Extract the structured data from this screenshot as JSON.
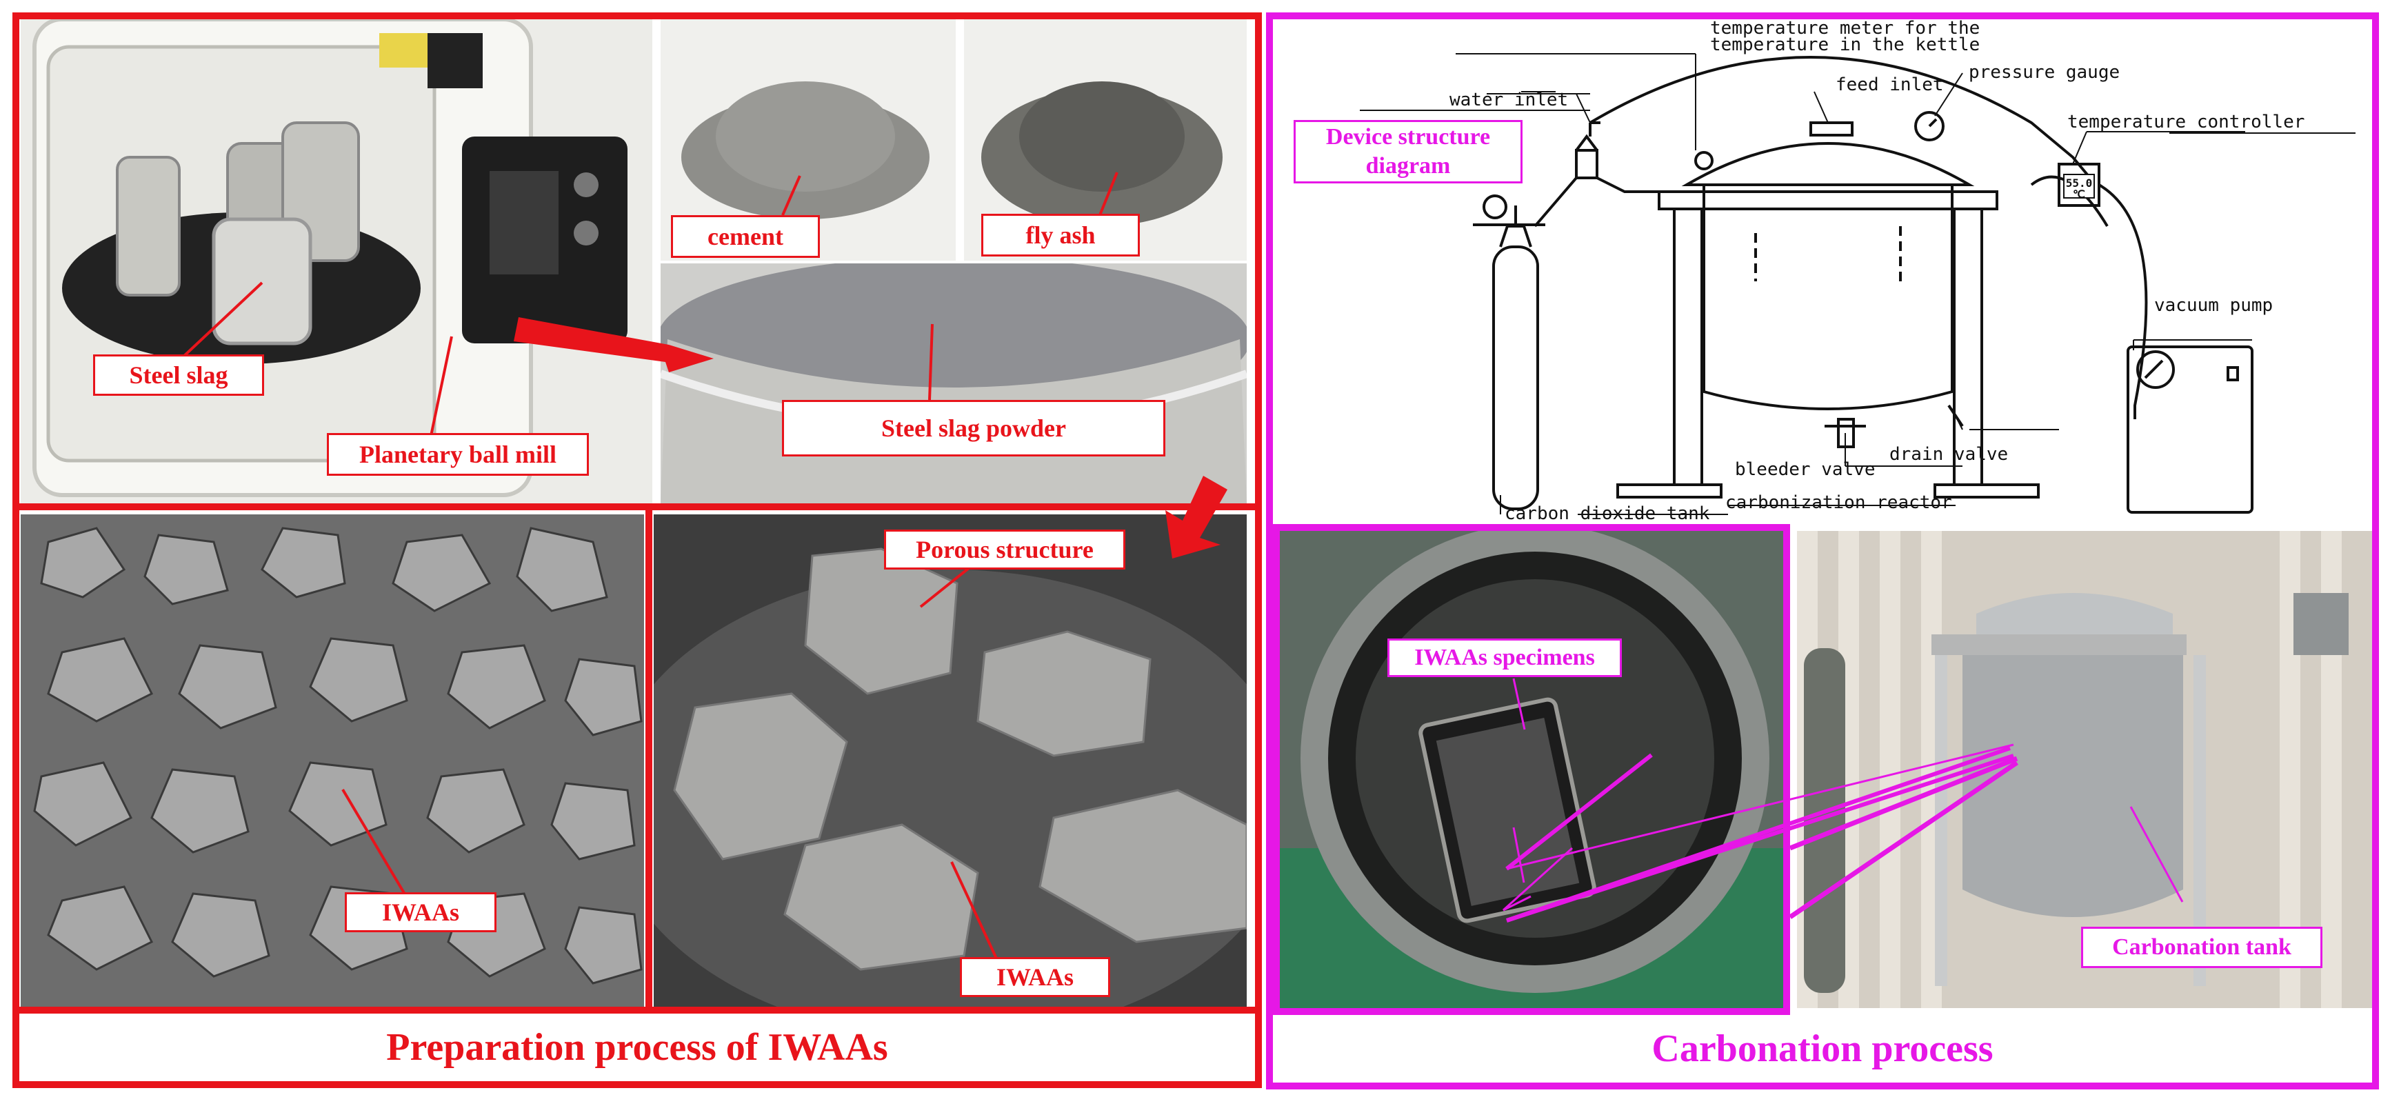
{
  "left_panel": {
    "caption": "Preparation process of IWAAs",
    "labels": {
      "steel_slag": "Steel slag",
      "planetary_ball_mill": "Planetary ball mill",
      "cement": "cement",
      "fly_ash": "fly ash",
      "steel_slag_powder": "Steel slag powder",
      "iwaas_left": "IWAAs",
      "porous_structure": "Porous structure",
      "iwaas_right": "IWAAs"
    }
  },
  "right_panel": {
    "caption": "Carbonation process",
    "device_label": "Device structure diagram",
    "diagram": {
      "temperature_meter": "temperature meter for the temperature in the kettle",
      "water_inlet": "water inlet",
      "feed_inlet": "feed inlet",
      "pressure_gauge": "pressure gauge",
      "temperature_controller": "temperature controller",
      "controller_display": "55.0 ℃",
      "vacuum_pump": "vacuum pump",
      "bleeder_valve": "bleeder valve",
      "drain_valve": "drain valve",
      "carbon_dioxide_tank": "carbon dioxide tank",
      "carbonization_reactor": "carbonization reactor"
    },
    "labels": {
      "iwaas_specimens": "IWAAs specimens",
      "carbonation_tank": "Carbonation tank"
    }
  },
  "colors": {
    "left_border": "#e8141b",
    "right_border": "#e617e6"
  }
}
